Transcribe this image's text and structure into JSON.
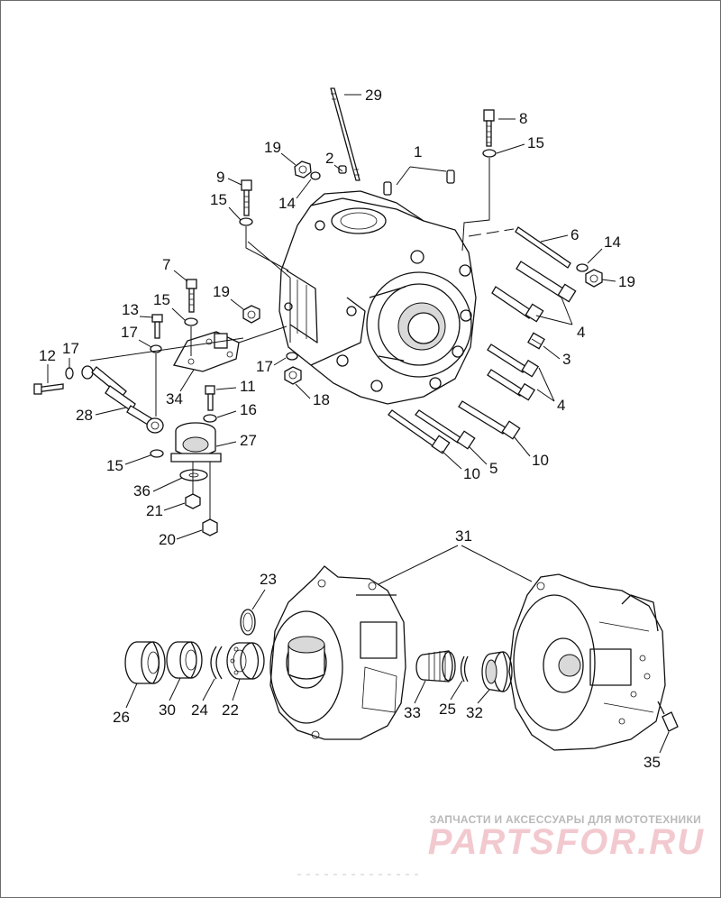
{
  "callouts": {
    "c29": "29",
    "c1": "1",
    "c2": "2",
    "c19a": "19",
    "c14a": "14",
    "c8": "8",
    "c15a": "15",
    "c9": "9",
    "c15b": "15",
    "c6": "6",
    "c14b": "14",
    "c19b": "19",
    "c7": "7",
    "c15c": "15",
    "c19c": "19",
    "c13": "13",
    "c17a": "17",
    "c4a": "4",
    "c3": "3",
    "c12": "12",
    "c17b": "17",
    "c17c": "17",
    "c18": "18",
    "c4b": "4",
    "c34": "34",
    "c11": "11",
    "c28": "28",
    "c16": "16",
    "c27": "27",
    "c15d": "15",
    "c10a": "10",
    "c5": "5",
    "c10b": "10",
    "c36": "36",
    "c21": "21",
    "c20": "20",
    "c31": "31",
    "c23": "23",
    "c26": "26",
    "c30": "30",
    "c24": "24",
    "c22": "22",
    "c33": "33",
    "c25": "25",
    "c32": "32",
    "c35": "35"
  },
  "watermark": {
    "tagline": "ЗАПЧАСТИ И АКСЕССУАРЫ ДЛЯ МОТОТЕХНИКИ",
    "logo": "PARTSFOR.RU"
  }
}
